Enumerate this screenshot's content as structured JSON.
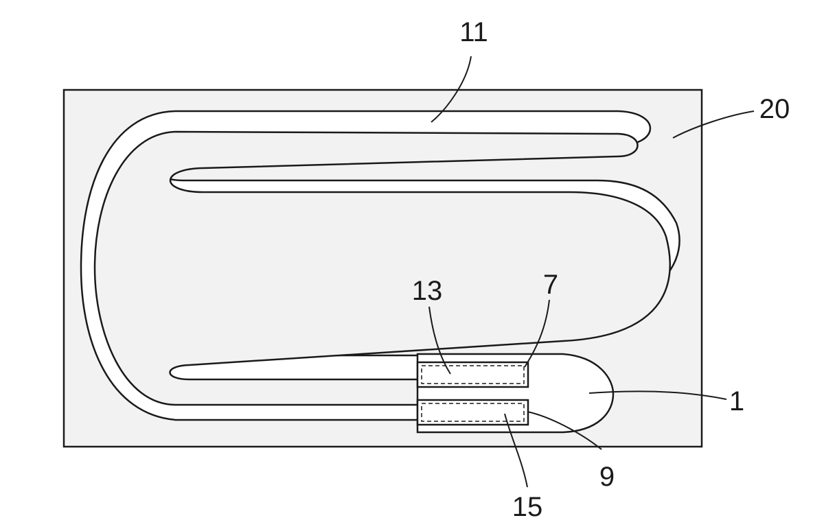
{
  "labels": {
    "heater_trace": "11",
    "substrate": "20",
    "pad_upper": "13",
    "terminal_upper": "7",
    "cap": "1",
    "terminal_lower": "9",
    "pad_lower": "15"
  },
  "colors": {
    "line": "#1a1a1a",
    "substrate_fill": "#f2f2f2",
    "background": "#ffffff"
  }
}
